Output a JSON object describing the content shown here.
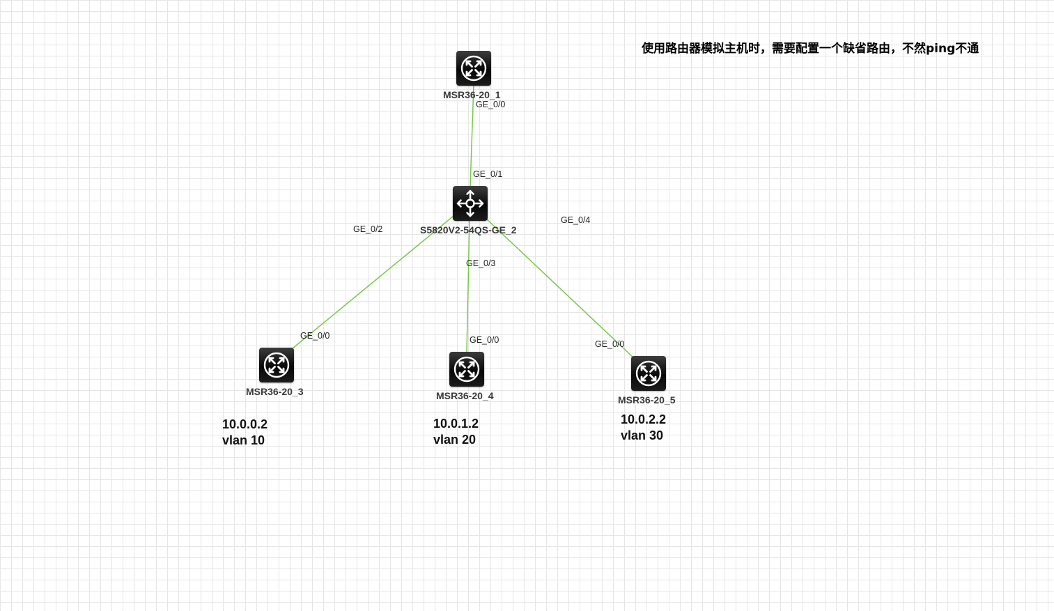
{
  "note": "使用路由器模拟主机时，需要配置一个缺省路由，不然ping不通",
  "link_color": "#78c84a",
  "devices": {
    "r1": {
      "label": "MSR36-20_1",
      "icon": "router-icon"
    },
    "sw": {
      "label": "S5820V2-54QS-GE_2",
      "icon": "switch-icon"
    },
    "r3": {
      "label": "MSR36-20_3",
      "icon": "router-icon"
    },
    "r4": {
      "label": "MSR36-20_4",
      "icon": "router-icon"
    },
    "r5": {
      "label": "MSR36-20_5",
      "icon": "router-icon"
    }
  },
  "ports": {
    "r1_ge00": "GE_0/0",
    "sw_ge01": "GE_0/1",
    "sw_ge02": "GE_0/2",
    "sw_ge03": "GE_0/3",
    "sw_ge04": "GE_0/4",
    "r3_ge00": "GE_0/0",
    "r4_ge00": "GE_0/0",
    "r5_ge00": "GE_0/0"
  },
  "hosts": {
    "r3": {
      "ip": "10.0.0.2",
      "vlan": "vlan 10"
    },
    "r4": {
      "ip": "10.0.1.2",
      "vlan": "vlan 20"
    },
    "r5": {
      "ip": "10.0.2.2",
      "vlan": "vlan 30"
    }
  }
}
